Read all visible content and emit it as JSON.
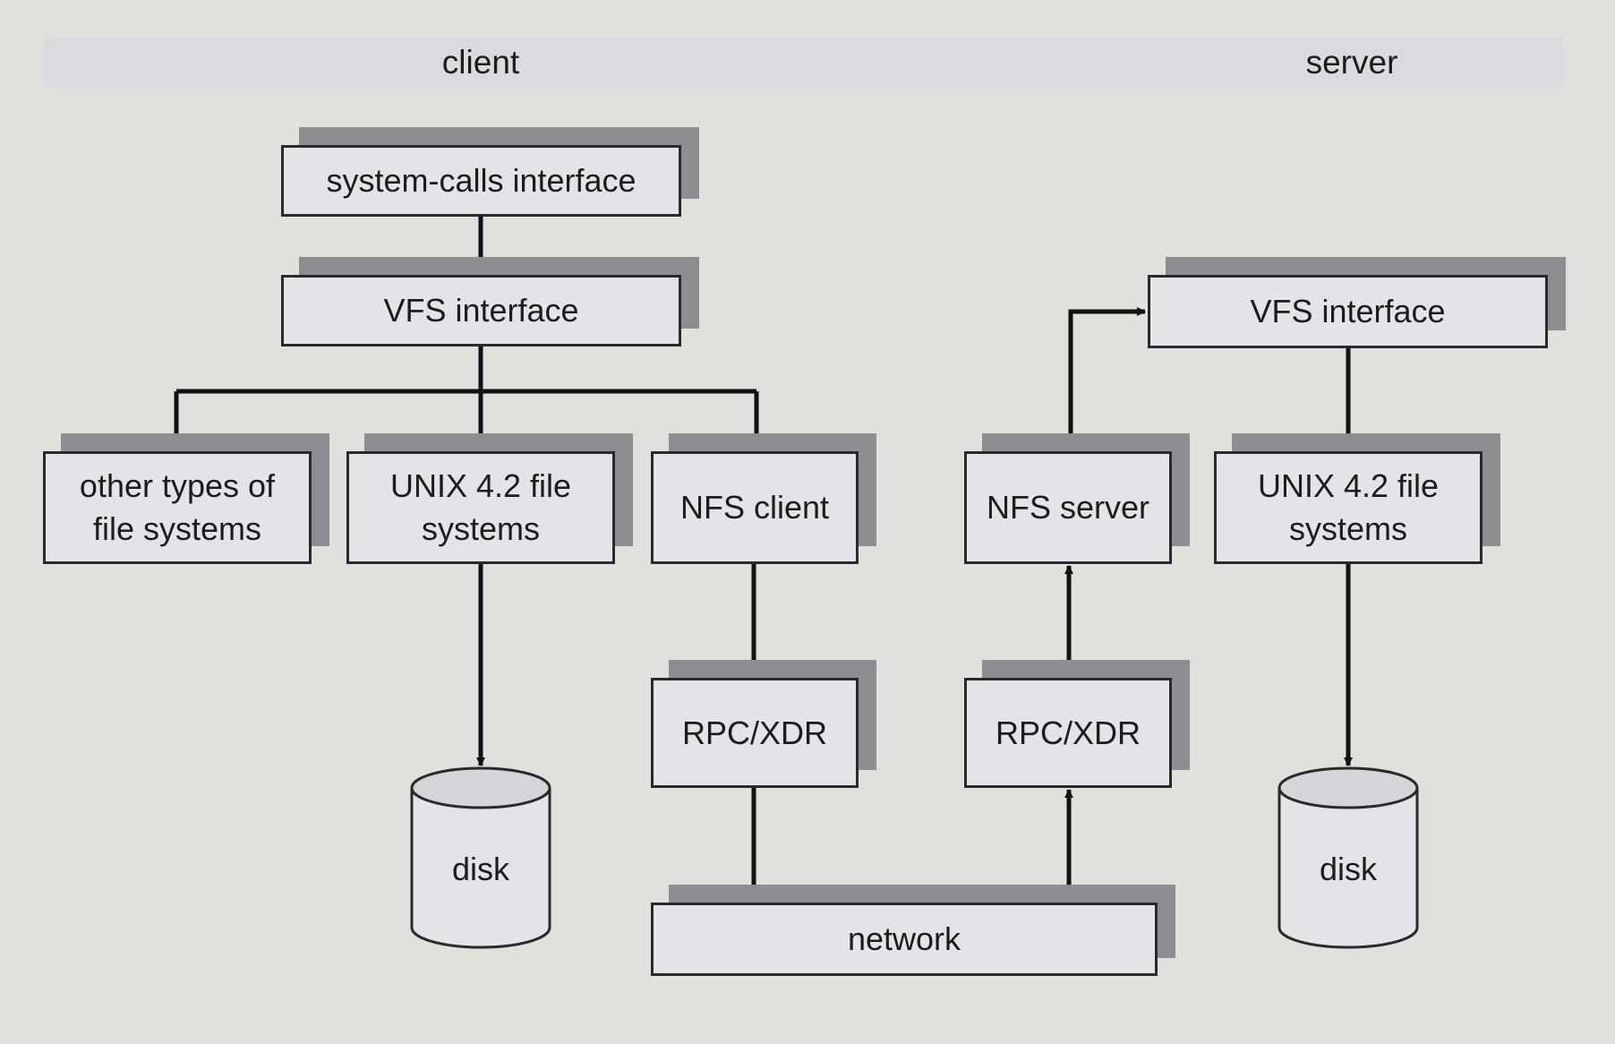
{
  "headers": {
    "client": "client",
    "server": "server"
  },
  "boxes": {
    "client_syscalls": "system-calls interface",
    "client_vfs": "VFS interface",
    "client_other_fs": "other types of\nfile systems",
    "client_unix_fs": "UNIX 4.2 file\nsystems",
    "client_nfs_client": "NFS client",
    "client_rpc": "RPC/XDR",
    "network": "network",
    "server_rpc": "RPC/XDR",
    "server_nfs_server": "NFS server",
    "server_vfs": "VFS interface",
    "server_unix_fs": "UNIX 4.2 file\nsystems"
  },
  "disks": {
    "client": "disk",
    "server": "disk"
  },
  "colors": {
    "background": "#e0e0dc",
    "box_fill": "#e4e4e8",
    "box_shadow": "#8e8e92",
    "line": "#111111"
  }
}
